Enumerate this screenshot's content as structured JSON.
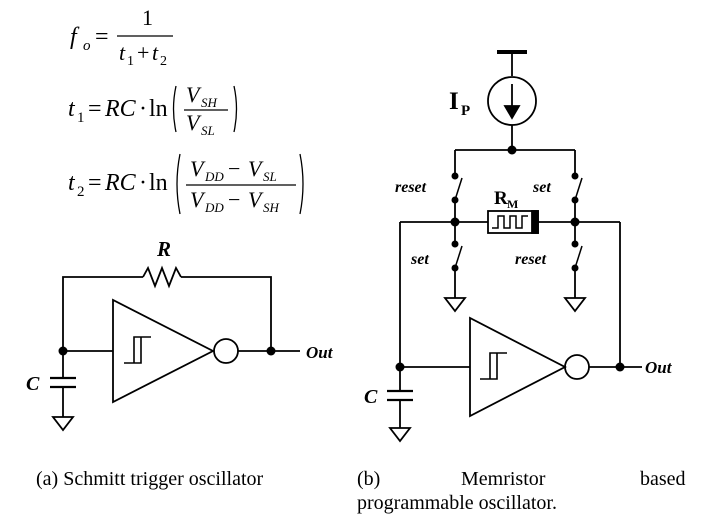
{
  "equations": {
    "fo": {
      "lhs": "f",
      "lhs_sub": "o",
      "eq": "=",
      "num": "1",
      "den_t1": "t",
      "den_t1_sub": "1",
      "plus": "+",
      "den_t2": "t",
      "den_t2_sub": "2"
    },
    "t1": {
      "lhs": "t",
      "lhs_sub": "1",
      "eq": "=",
      "rc": "RC",
      "dot": "·",
      "ln": "ln",
      "num": "V",
      "num_sub": "SH",
      "den": "V",
      "den_sub": "SL"
    },
    "t2": {
      "lhs": "t",
      "lhs_sub": "2",
      "eq": "=",
      "rc": "RC",
      "dot": "·",
      "ln": "ln",
      "num_a": "V",
      "num_a_sub": "DD",
      "num_minus": "−",
      "num_b": "V",
      "num_b_sub": "SL",
      "den_a": "V",
      "den_a_sub": "DD",
      "den_minus": "−",
      "den_b": "V",
      "den_b_sub": "SH"
    }
  },
  "circuit_a": {
    "resistor_label": "R",
    "capacitor_label": "C",
    "output_label": "Out"
  },
  "circuit_b": {
    "current_source_label": "I",
    "current_source_sub": "P",
    "memristor_label": "R",
    "memristor_sub": "M",
    "switch_reset_top": "reset",
    "switch_set_top": "set",
    "switch_set_bottom": "set",
    "switch_reset_bottom": "reset",
    "capacitor_label": "C",
    "output_label": "Out"
  },
  "captions": {
    "a": "(a) Schmitt trigger oscillator",
    "b_line1_part1": "(b)",
    "b_line1_part2": "Memristor",
    "b_line1_part3": "based",
    "b_line2": "programmable oscillator."
  }
}
